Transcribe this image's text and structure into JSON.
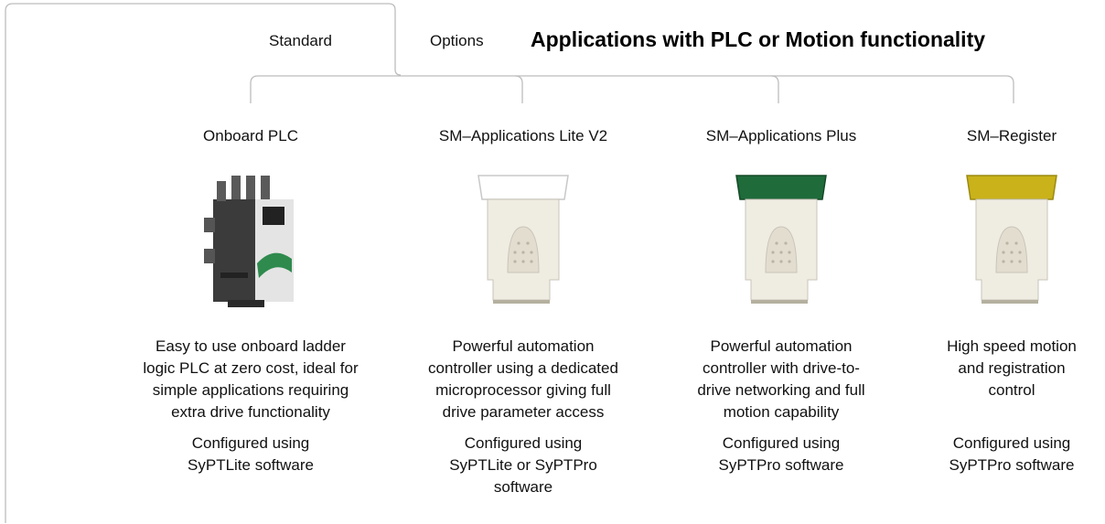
{
  "tabs": [
    {
      "label": "Standard",
      "active": true
    },
    {
      "label": "Options",
      "active": false
    }
  ],
  "title": "Applications with PLC or Motion functionality",
  "colors": {
    "frame": "#bdbdbd",
    "plus_cap": "#1f6b3a",
    "register_cap": "#c9b21a",
    "lite_cap": "#ffffff",
    "module_body": "#efece2"
  },
  "columns": [
    {
      "title": "Onboard PLC",
      "image": "drive-unit-image",
      "description": [
        "Easy to use onboard ladder",
        "logic PLC at zero cost, ideal for",
        "simple applications requiring",
        "extra drive functionality"
      ],
      "configured": [
        "Configured using",
        "SyPTLite software"
      ]
    },
    {
      "title": "SM–Applications Lite V2",
      "image": "module-white-image",
      "description": [
        "Powerful automation",
        "controller using a dedicated",
        "microprocessor giving full",
        "drive parameter access"
      ],
      "configured": [
        "Configured using",
        "SyPTLite or SyPTPro",
        "software"
      ]
    },
    {
      "title": "SM–Applications Plus",
      "image": "module-green-image",
      "description": [
        "Powerful automation",
        "controller with drive-to-",
        "drive networking and full",
        "motion capability"
      ],
      "configured": [
        "Configured using",
        "SyPTPro software"
      ]
    },
    {
      "title": "SM–Register",
      "image": "module-yellow-image",
      "description": [
        "High speed motion",
        "and registration",
        "control"
      ],
      "configured": [
        "Configured using",
        "SyPTPro software"
      ]
    }
  ]
}
